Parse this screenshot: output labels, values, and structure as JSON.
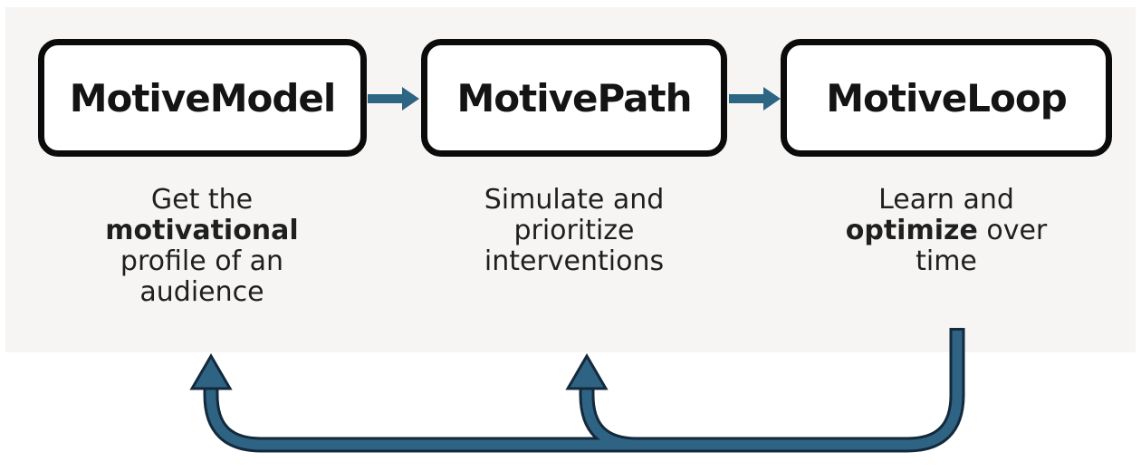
{
  "diagram": {
    "boxes": [
      {
        "title": "MotiveModel",
        "desc_lines": [
          {
            "segments": [
              {
                "text": "Get the",
                "bold": false
              }
            ]
          },
          {
            "segments": [
              {
                "text": "motivational",
                "bold": true
              }
            ]
          },
          {
            "segments": [
              {
                "text": "profile of an",
                "bold": false
              }
            ]
          },
          {
            "segments": [
              {
                "text": "audience",
                "bold": false
              }
            ]
          }
        ]
      },
      {
        "title": "MotivePath",
        "desc_lines": [
          {
            "segments": [
              {
                "text": "Simulate and",
                "bold": false
              }
            ]
          },
          {
            "segments": [
              {
                "text": "prioritize",
                "bold": false
              }
            ]
          },
          {
            "segments": [
              {
                "text": "interventions",
                "bold": false
              }
            ]
          }
        ]
      },
      {
        "title": "MotiveLoop",
        "desc_lines": [
          {
            "segments": [
              {
                "text": "Learn and",
                "bold": false
              }
            ]
          },
          {
            "segments": [
              {
                "text": "optimize",
                "bold": true
              },
              {
                "text": " over",
                "bold": false
              }
            ]
          },
          {
            "segments": [
              {
                "text": "time",
                "bold": false
              }
            ]
          }
        ]
      }
    ],
    "icons": {
      "flow_arrow_1": "right-arrow between MotiveModel and MotivePath",
      "flow_arrow_2": "right-arrow between MotivePath and MotiveLoop",
      "feedback_loop": "loop arrow from MotiveLoop back up to MotiveModel and MotivePath"
    },
    "colors": {
      "flow_arrow": "#2d6585",
      "loop_fill": "#2f6384",
      "loop_outline": "#13293c",
      "box_border": "#0b0b0b",
      "title_text": "#141414",
      "body_text": "#1f1f1f",
      "canvas_band": "#f6f5f3"
    }
  }
}
